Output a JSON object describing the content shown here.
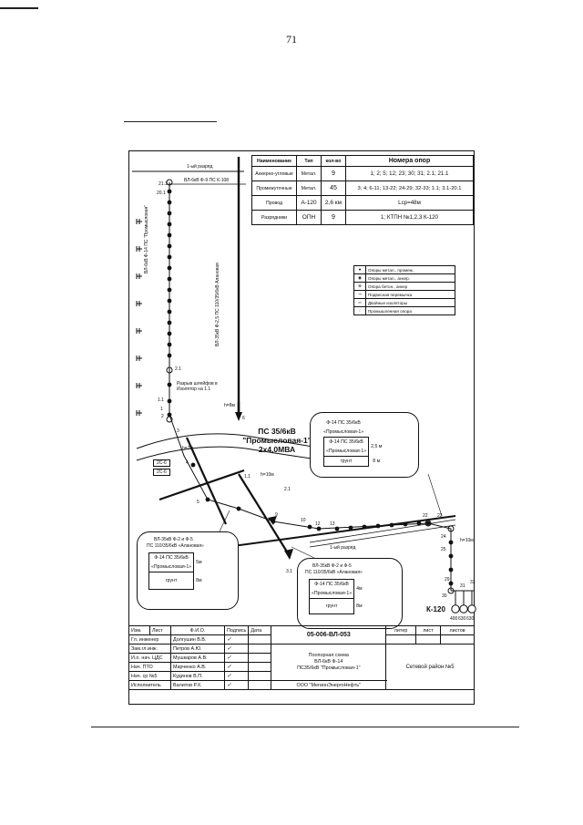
{
  "page_number": "71",
  "spec_table": {
    "headers": [
      "Наименование",
      "Тип",
      "кол-во",
      "Номера опор"
    ],
    "rows": [
      [
        "Анкерно-угловые",
        "Метал.",
        "9",
        "1; 2; 5; 12; 23; 30; 31; 2.1; 21.1"
      ],
      [
        "Промежуточные",
        "Метал.",
        "45",
        "3; 4; 6-11; 13-22; 24-29; 32-33; 1.1; 3.1-20.1"
      ],
      [
        "Провод",
        "А-120",
        "2,6 км",
        "Lср=48м"
      ],
      [
        "Разрядники",
        "ОПН",
        "9",
        "1; КТПН №1,2,3 К-120"
      ]
    ]
  },
  "legend": [
    {
      "icon": "filled-dot-icon",
      "text": "Опоры метал., промеж."
    },
    {
      "icon": "anchor-icon",
      "text": "Опоры метал., анкер."
    },
    {
      "icon": "concrete-pole-icon",
      "text": "Опора бетон., анкер"
    },
    {
      "icon": "crossing-icon",
      "text": "Подвесная перемычка"
    },
    {
      "icon": "double-insulator-icon",
      "text": "Двойные изоляторы"
    },
    {
      "icon": "industrial-pole-icon",
      "text": "Промышленная опора"
    }
  ],
  "station": {
    "line1": "ПС 35/6кВ",
    "line2": "\"Промысловая-1\"",
    "line3": "2х4,0МВА"
  },
  "callout_right": {
    "row1": "Ф-14 ПС 35/6кВ",
    "row2": "«Промысловая-1»",
    "row3": "Ф-14 ПС 35/6кВ",
    "row4": "«Промысловая-1»",
    "dim1": "2,5 м",
    "soil": "грунт",
    "dim2": "8 м"
  },
  "callout_left": {
    "line1": "ВЛ-35кВ Ф-2 и Ф-5",
    "line2": "ПС 110/35/6кВ «Алановая»",
    "row1": "Ф-14 ПС 35/6кВ",
    "row2": "«Промысловая-1»",
    "dim1": "5м",
    "soil": "грунт",
    "dim2": "8м"
  },
  "callout_bottom": {
    "line1": "ВЛ-35кВ Ф-2 и Ф-5",
    "line2": "ПС 110/35/6кВ «Алановая»",
    "row1": "Ф-14 ПС 35/6кВ",
    "row2": "«Промысловая-1»",
    "dim1": "4м",
    "soil": "грунт",
    "dim2": "8м"
  },
  "diagram_labels": {
    "top_line": "ВЛ-6кВ Ф-9 ПС К-108",
    "top_road": "1-ый разряд",
    "vertical_line": "ВЛ-6кВ Ф-14 ПС \"Промысловая\"",
    "vertical_line2": "ВЛ-35кВ Ф-2,5 ПС 110/35/6кВ Алановая",
    "anchor_note": "Разрыв шлейфов в Изолятор на 1.1",
    "ktp": "К-120",
    "transformers": [
      "400",
      "630",
      "630"
    ],
    "sections": [
      "2С-6",
      "2С-6"
    ],
    "h_labels": [
      "h=8м",
      "h=7м",
      "h=10м",
      "h=10м"
    ],
    "bottom_road": "1-ый разряд",
    "pole_numbers": [
      "21.1",
      "20.1",
      "2.1",
      "1.1",
      "1",
      "2",
      "3",
      "4",
      "5",
      "6",
      "1.1",
      "2.1",
      "3.1",
      "9",
      "10",
      "12",
      "13",
      "22",
      "23",
      "29",
      "30",
      "31",
      "33",
      "24",
      "25"
    ]
  },
  "stamp": {
    "head": [
      "Изм.",
      "Лист",
      "Ф.И.О.",
      "Подпись",
      "Дата"
    ],
    "people": [
      [
        "Гл. инженер",
        "Долгушин В.В."
      ],
      [
        "Зам.гл.инж.",
        "Петров А.Ю."
      ],
      [
        "И.о. нач. ЦДС",
        "Мушкаров А.В."
      ],
      [
        "Нач. ПТО",
        "Марченко А.В."
      ],
      [
        "Нач. ср №5",
        "Кудинов В.П."
      ],
      [
        "Исполнитель",
        "Валитов Р.Х."
      ]
    ],
    "code": "05-006-ВЛ-053",
    "title_lines": [
      "Поопорная схема",
      "ВЛ-6кВ Ф-14",
      "ПС35/6кВ \"Промысловая-1\""
    ],
    "company": "ООО \"МегионЭнергоНефть\"",
    "litera": "литер",
    "sheet": "лист",
    "sheets": "листов",
    "district": "Сетевой район №5"
  }
}
